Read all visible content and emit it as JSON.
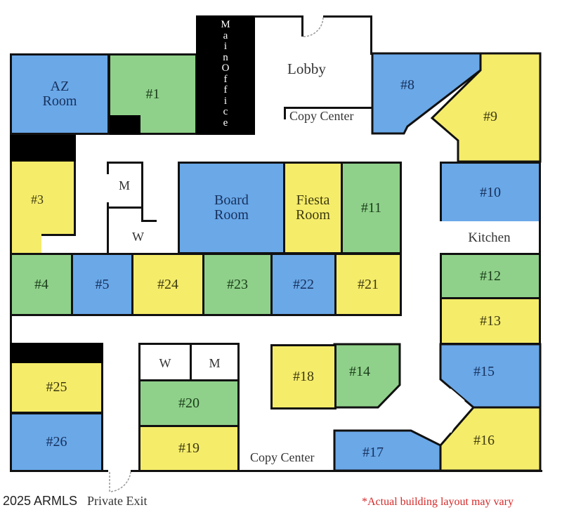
{
  "colors": {
    "blue": "#6aa8e8",
    "green": "#8fd18a",
    "yellow": "#f5ec6a",
    "wall": "#111111",
    "disclaimer": "#d42a2a"
  },
  "rooms": {
    "az_room": {
      "label": "AZ Room",
      "line1": "AZ",
      "line2": "Room",
      "color": "blue"
    },
    "r1": {
      "label": "#1",
      "color": "green"
    },
    "main_office": {
      "label": "Main Office",
      "letters": [
        "M",
        "a",
        "i",
        "n",
        "O",
        "f",
        "f",
        "i",
        "c",
        "e"
      ],
      "color": "black"
    },
    "lobby": {
      "label": "Lobby"
    },
    "copy_center_top": {
      "label": "Copy Center"
    },
    "r8": {
      "label": "#8",
      "color": "blue"
    },
    "r9": {
      "label": "#9",
      "color": "yellow"
    },
    "r3": {
      "label": "#3",
      "color": "yellow"
    },
    "restroom_m_top": {
      "label": "M"
    },
    "restroom_w_top": {
      "label": "W"
    },
    "board_room": {
      "label": "Board Room",
      "line1": "Board",
      "line2": "Room",
      "color": "blue"
    },
    "fiesta_room": {
      "label": "Fiesta Room",
      "line1": "Fiesta",
      "line2": "Room",
      "color": "yellow"
    },
    "r11": {
      "label": "#11",
      "color": "green"
    },
    "r10": {
      "label": "#10",
      "color": "blue"
    },
    "kitchen": {
      "label": "Kitchen"
    },
    "r4": {
      "label": "#4",
      "color": "green"
    },
    "r5": {
      "label": "#5",
      "color": "blue"
    },
    "r24": {
      "label": "#24",
      "color": "yellow"
    },
    "r23": {
      "label": "#23",
      "color": "green"
    },
    "r22": {
      "label": "#22",
      "color": "blue"
    },
    "r21": {
      "label": "#21",
      "color": "yellow"
    },
    "r12": {
      "label": "#12",
      "color": "green"
    },
    "r13": {
      "label": "#13",
      "color": "yellow"
    },
    "r25": {
      "label": "#25",
      "color": "yellow"
    },
    "r26": {
      "label": "#26",
      "color": "blue"
    },
    "restroom_w_bottom": {
      "label": "W"
    },
    "restroom_m_bottom": {
      "label": "M"
    },
    "r20": {
      "label": "#20",
      "color": "green"
    },
    "r19": {
      "label": "#19",
      "color": "yellow"
    },
    "r18": {
      "label": "#18",
      "color": "yellow"
    },
    "r14": {
      "label": "#14",
      "color": "green"
    },
    "r15": {
      "label": "#15",
      "color": "blue"
    },
    "r16": {
      "label": "#16",
      "color": "yellow"
    },
    "r17": {
      "label": "#17",
      "color": "blue"
    },
    "copy_center_bottom": {
      "label": "Copy Center"
    }
  },
  "footer": {
    "copyright": "2025 ARMLS",
    "private_exit": "Private Exit",
    "disclaimer": "*Actual building layout may vary"
  }
}
